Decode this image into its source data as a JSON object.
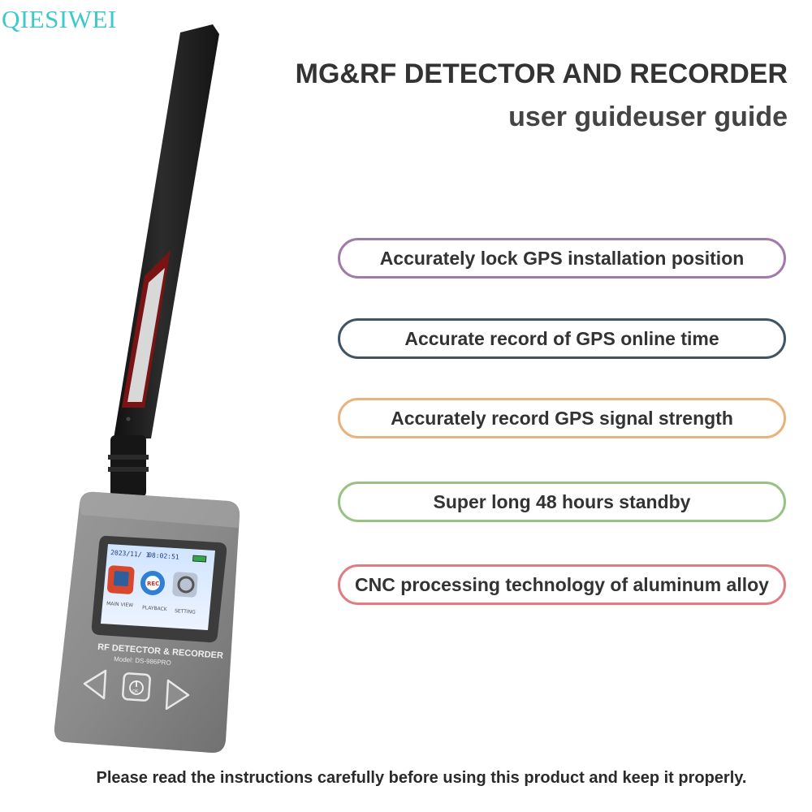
{
  "brand": "QIESIWEI",
  "header": {
    "title": "MG&RF DETECTOR AND RECORDER",
    "subtitle": "user guideuser guide"
  },
  "features": [
    {
      "label": "Accurately lock GPS installation position",
      "color": "#a07aa8"
    },
    {
      "label": "Accurate record of GPS online time",
      "color": "#3f5565"
    },
    {
      "label": "Accurately record GPS signal strength",
      "color": "#e7b27c"
    },
    {
      "label": "Super long 48 hours standby",
      "color": "#98c283"
    },
    {
      "label": "CNC processing technology of aluminum alloy",
      "color": "#e07c84"
    }
  ],
  "device": {
    "screen_date": "2023/11/ 1",
    "screen_time": "08:02:51",
    "menu_items": [
      "MAIN VIEW",
      "PLAYBACK",
      "SETTING"
    ],
    "panel_label": "RF DETECTOR & RECORDER",
    "model_label": "Model: DS-986PRO",
    "ok_label": "OK"
  },
  "footer": "Please read the instructions carefully before using this product and keep it properly."
}
